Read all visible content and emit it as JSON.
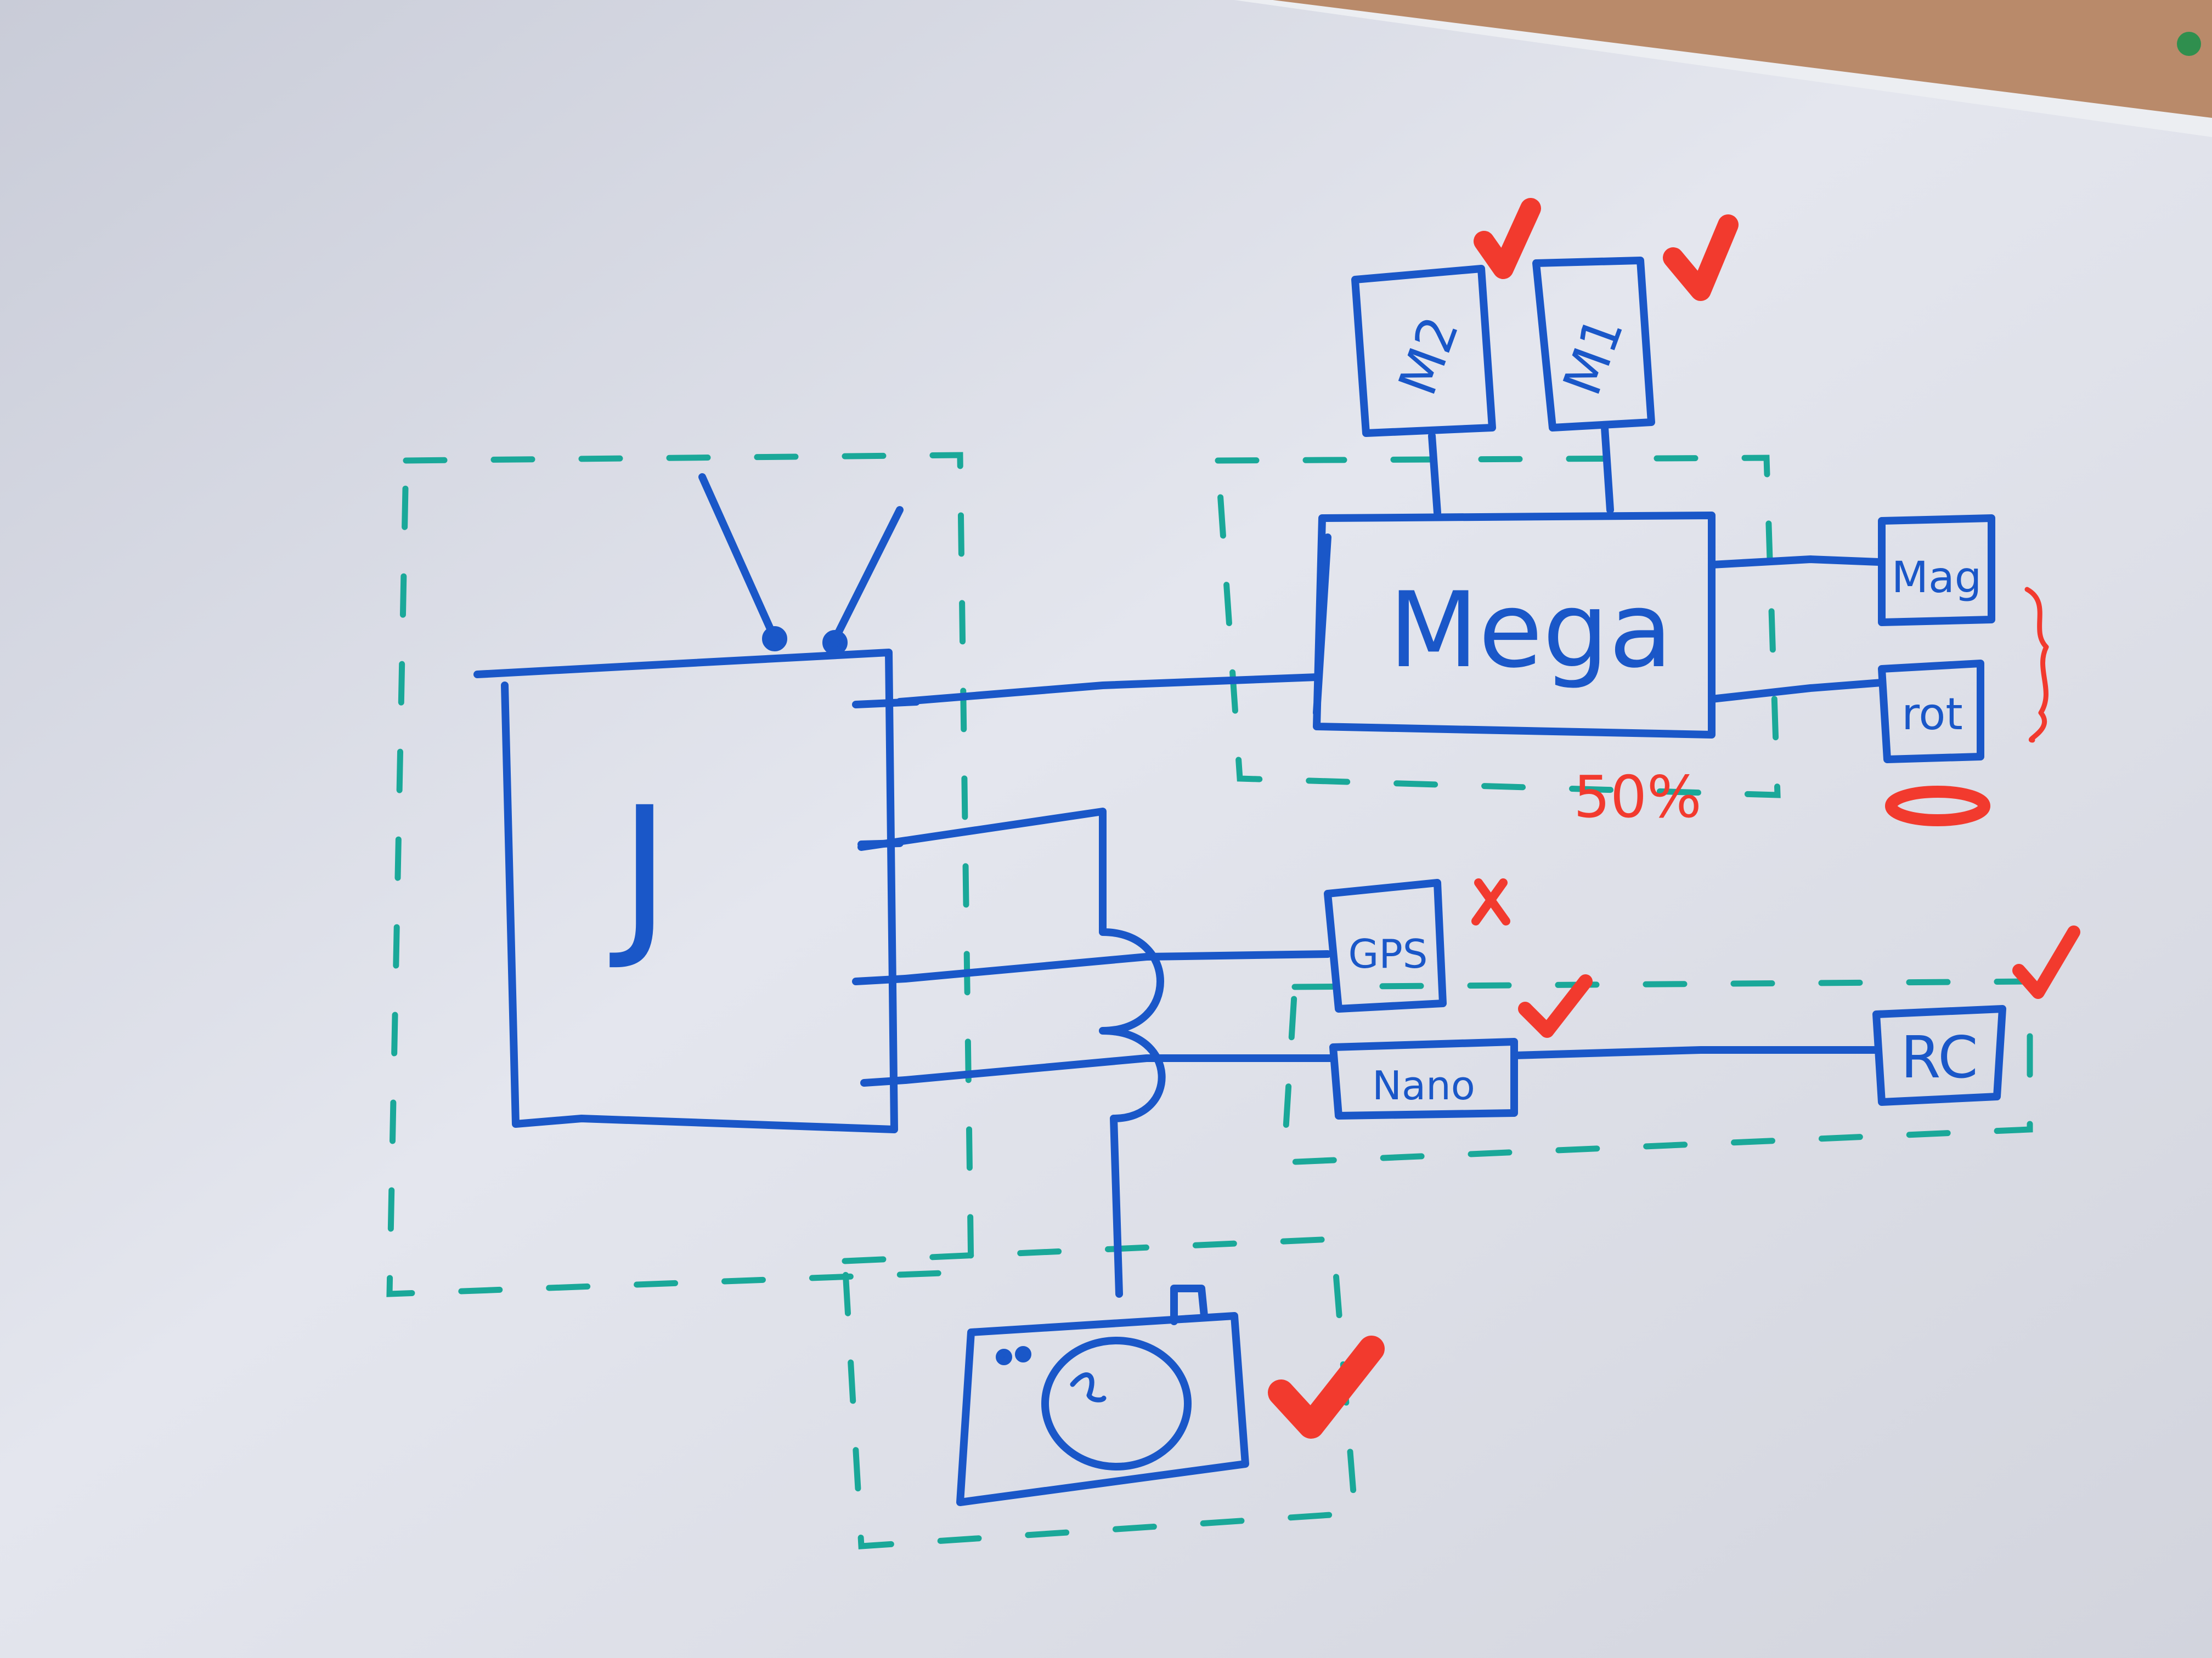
{
  "diagram": {
    "labels": {
      "jetson": "J",
      "mega": "Mega",
      "m2": "M2",
      "m1": "M1",
      "mag": "Mag",
      "rot": "rot",
      "gps": "GPS",
      "nano": "Nano",
      "rc": "RC",
      "progress": "50%"
    },
    "colors": {
      "marker_blue": "#1a57c8",
      "marker_red": "#f23a2e",
      "marker_teal": "#1aa899",
      "board": "#d9dce6"
    },
    "status_marks": {
      "m2": "check",
      "m1": "check",
      "gps": "cross",
      "nano": "check",
      "rc": "check",
      "camera": "check"
    },
    "icons": [
      "camera-icon",
      "antenna-icon",
      "check-icon",
      "cross-icon"
    ]
  }
}
